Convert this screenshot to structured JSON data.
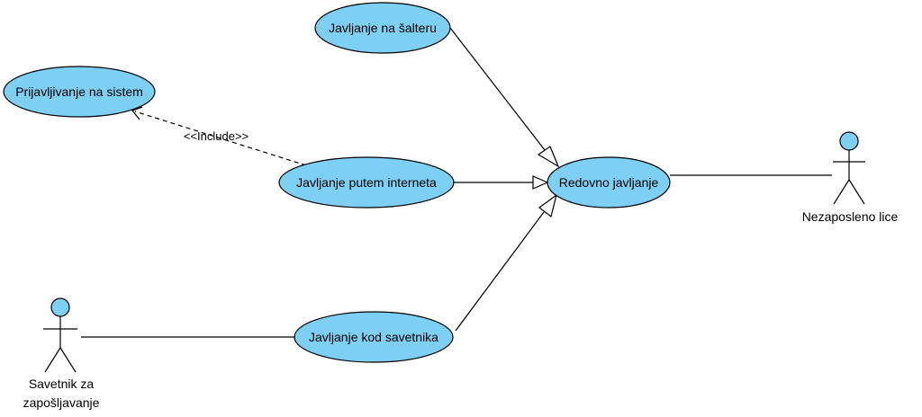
{
  "use_cases": {
    "salter": "Javljanje na šalteru",
    "prijava": "Prijavljivanje na sistem",
    "internet": "Javljanje putem interneta",
    "redovno": "Redovno javljanje",
    "savetnik": "Javljanje kod savetnika"
  },
  "actors": {
    "nezaposleno": {
      "label": "Nezaposleno lice"
    },
    "savetnik": {
      "label_line1": "Savetnik za",
      "label_line2": "zapošljavanje"
    }
  },
  "relations": {
    "include_label": "<<Include>>"
  },
  "colors": {
    "use_case_fill": "#7ecff4",
    "actor_head_fill": "#7ecff4",
    "line": "#000000"
  }
}
